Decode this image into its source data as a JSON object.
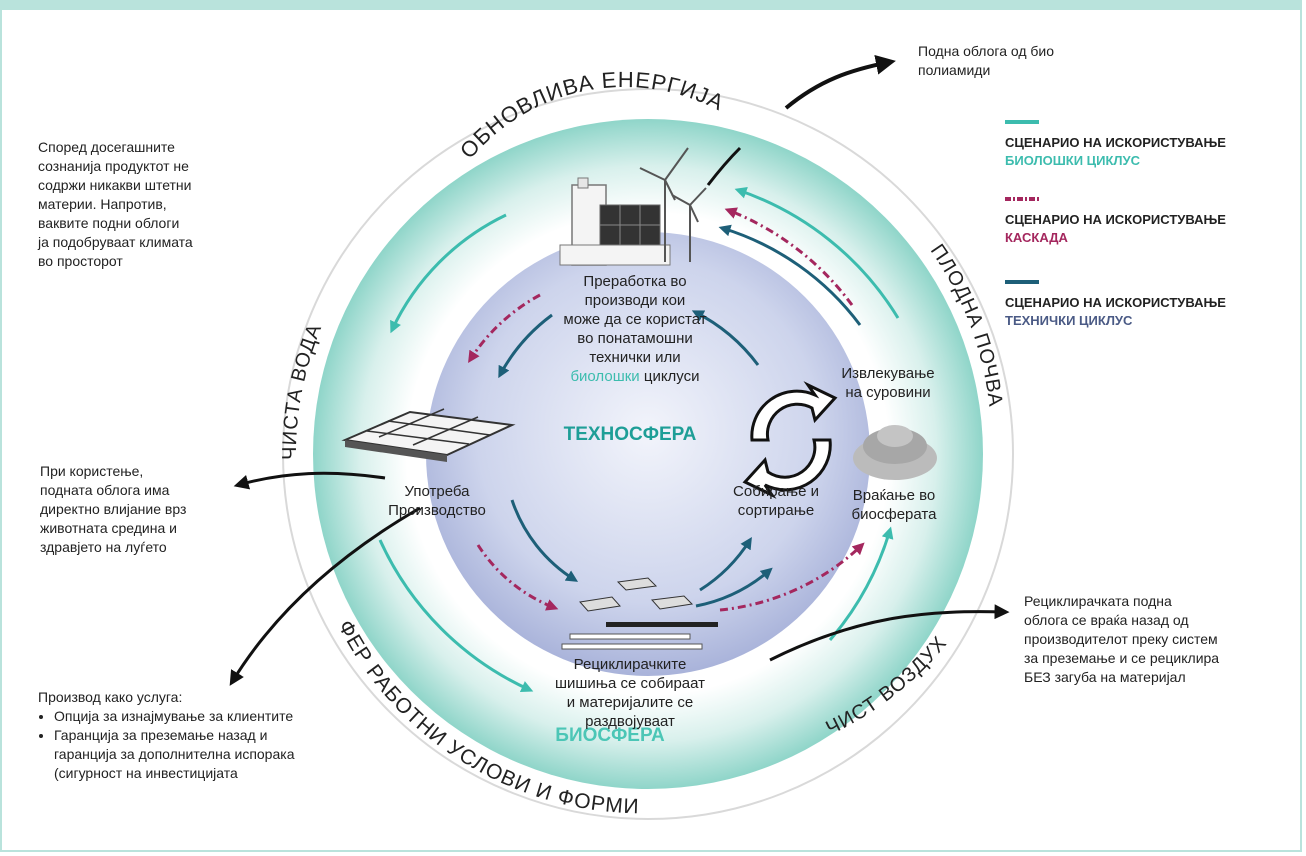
{
  "ring_labels": {
    "top": "ОБНОВЛИВА ЕНЕРГИЈА",
    "right": "ПЛОДНА ПОЧВА",
    "left": "ЧИСТА ВОДА",
    "bottom_left": "ФЕР РАБОТНИ УСЛОВИ И ФОРМИ",
    "bottom_right": "ЧИСТ ВОЗДУХ"
  },
  "spheres": {
    "techno": "ТЕХНОСФЕРА",
    "bio": "БИОСФЕРА"
  },
  "center": {
    "processing_lines": [
      "Преработка во",
      "производи кои",
      "може да се користат",
      "во понатамошни",
      "технички или"
    ],
    "processing_bio_word": "биолошки",
    "processing_tail": " циклуси",
    "extraction": [
      "Извлекување",
      "на суровини"
    ],
    "usage": [
      "Употреба",
      "Производство"
    ],
    "collection": [
      "Собирање и",
      "сортирање"
    ],
    "return": [
      "Враќање во",
      "биосферата"
    ],
    "recycled": [
      "Рециклирачките",
      "шишиња се собираат",
      "и материјалите се",
      "раздвојуваат"
    ]
  },
  "notes": {
    "top_right": [
      "Подна облога од био",
      "полиамиди"
    ],
    "top_left": [
      "Според досегашните",
      "сознанија продуктот не",
      "содржи никакви штетни",
      "материи. Напротив,",
      "ваквите подни облоги",
      "ја подобруваат климата",
      "во просторот"
    ],
    "mid_left": [
      "При користење,",
      "подната облога има",
      "директно влијание врз",
      "животната средина и",
      "здравјето на луѓето"
    ],
    "bottom_left_title": "Производ како услуга:",
    "bottom_left_items": [
      "Опција за изнајмување за клиентите",
      "Гаранција за преземање назад и гаранција за дополнителна испорака (сигурност на инвестицијата"
    ],
    "bottom_right": [
      "Рециклирачката подна",
      "облога се враќа назад од",
      "производителот преку систем",
      "за преземање и се рециклира",
      "БЕЗ загуба на материјал"
    ]
  },
  "legend": [
    {
      "title": "СЦЕНАРИО НА ИСКОРИСТУВАЊЕ",
      "subtitle": "БИОЛОШКИ ЦИКЛУС",
      "color": "#3cbcae",
      "style": "solid"
    },
    {
      "title": "СЦЕНАРИО НА ИСКОРИСТУВАЊЕ",
      "subtitle": "КАСКАДА",
      "color": "#a4275e",
      "style": "dashdot"
    },
    {
      "title": "СЦЕНАРИО НА ИСКОРИСТУВАЊЕ",
      "subtitle": "ТЕХНИЧКИ ЦИКЛУС",
      "color": "#1d5f78",
      "style": "solid"
    }
  ],
  "colors": {
    "bio": "#3cbcae",
    "cascade": "#a4275e",
    "tech": "#1d5f78",
    "frame": "#b9e3dc"
  }
}
